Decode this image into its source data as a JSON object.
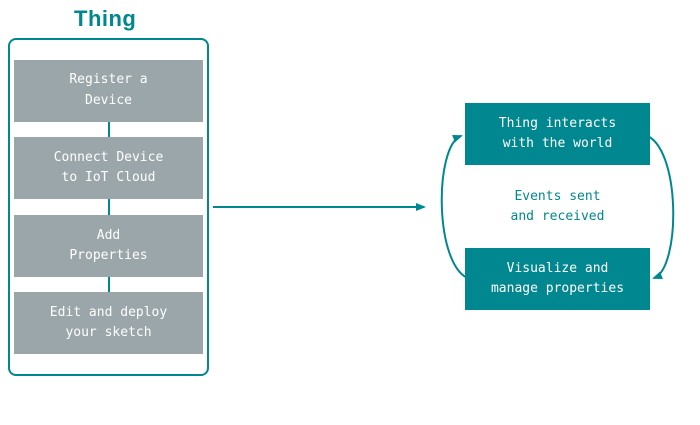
{
  "title": "Thing",
  "colors": {
    "teal": "#00878f",
    "gray_box": "#9aa6a9",
    "box_text": "#ffffff",
    "background": "#ffffff"
  },
  "steps": [
    {
      "label": "Register a\nDevice"
    },
    {
      "label": "Connect Device\nto IoT Cloud"
    },
    {
      "label": "Add\nProperties"
    },
    {
      "label": "Edit and deploy\nyour sketch"
    }
  ],
  "cycle": {
    "top_box": "Thing interacts\nwith the world",
    "middle_text": "Events sent\nand received",
    "bottom_box": "Visualize and\nmanage properties"
  },
  "icons": {
    "flow_arrow": "right-arrow",
    "cycle_left_arrow": "curved-up-arrow",
    "cycle_right_arrow": "curved-down-arrow"
  }
}
